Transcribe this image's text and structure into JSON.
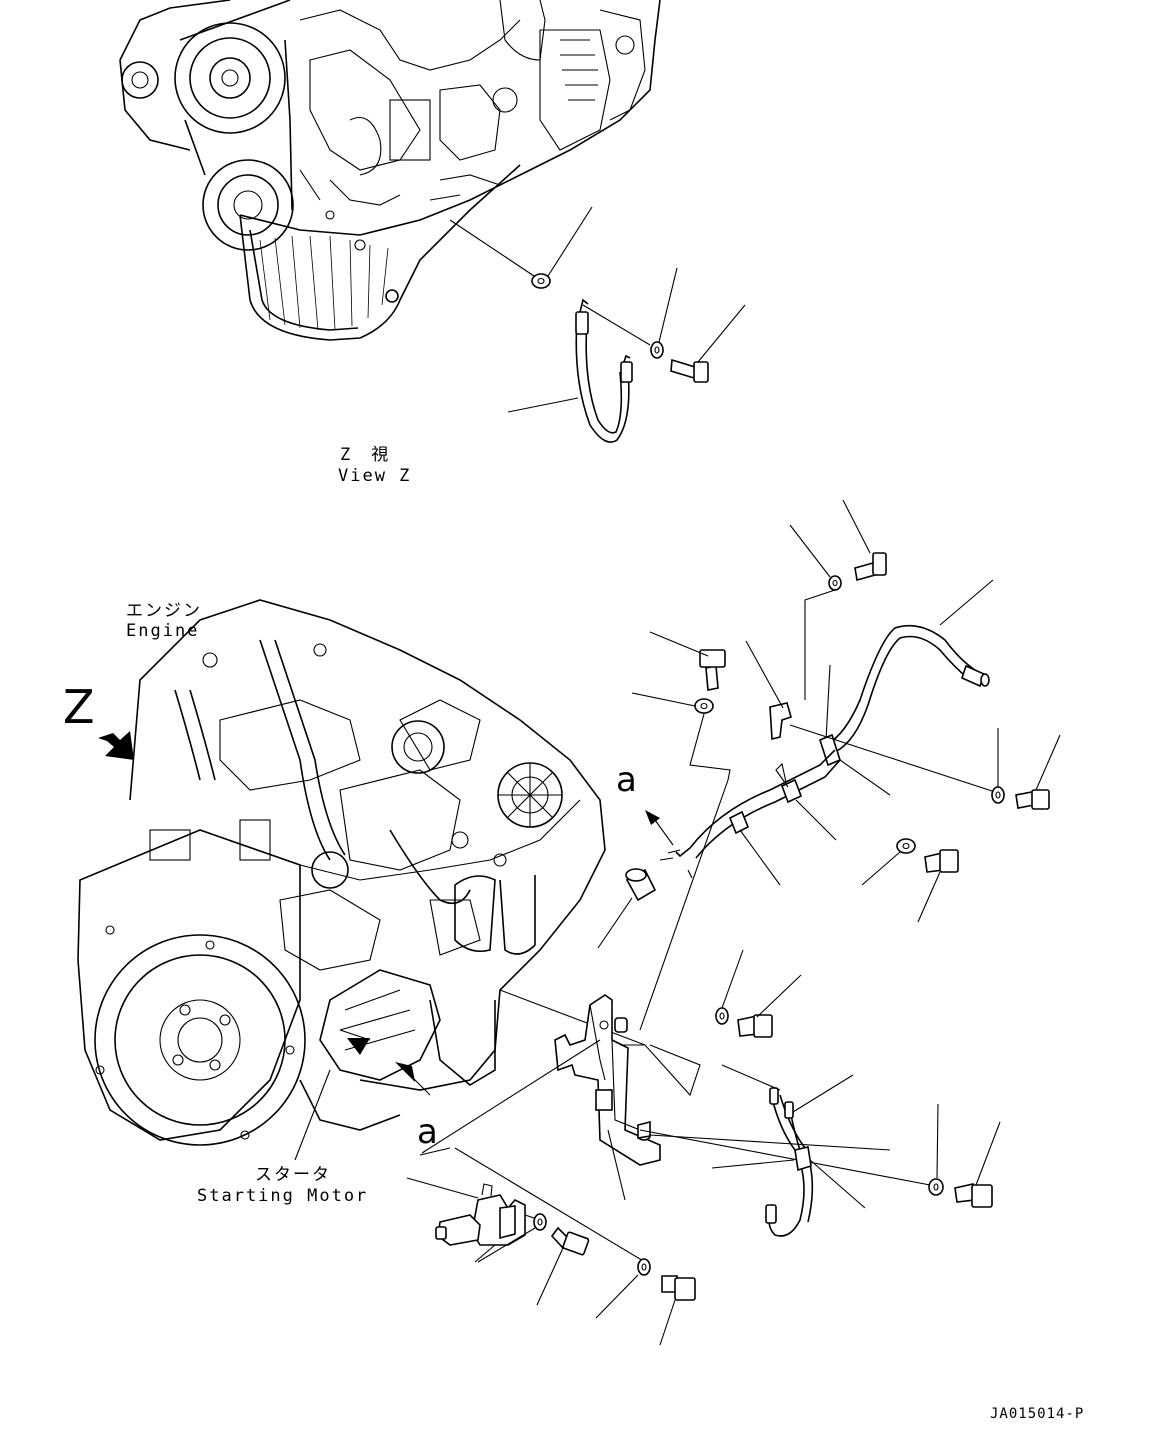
{
  "labels": {
    "view_z_jp": "Z　視",
    "view_z_en": "View Z",
    "engine_jp": "エンジン",
    "engine_en": "Engine",
    "z_marker": "Z",
    "a_marker_upper": "a",
    "a_marker_lower": "a",
    "starter_jp": "スタータ",
    "starter_en": "Starting Motor",
    "drawing_code": "JA015014-P"
  },
  "icons": [
    "view-direction-arrow-icon",
    "direction-arrow-icon"
  ]
}
